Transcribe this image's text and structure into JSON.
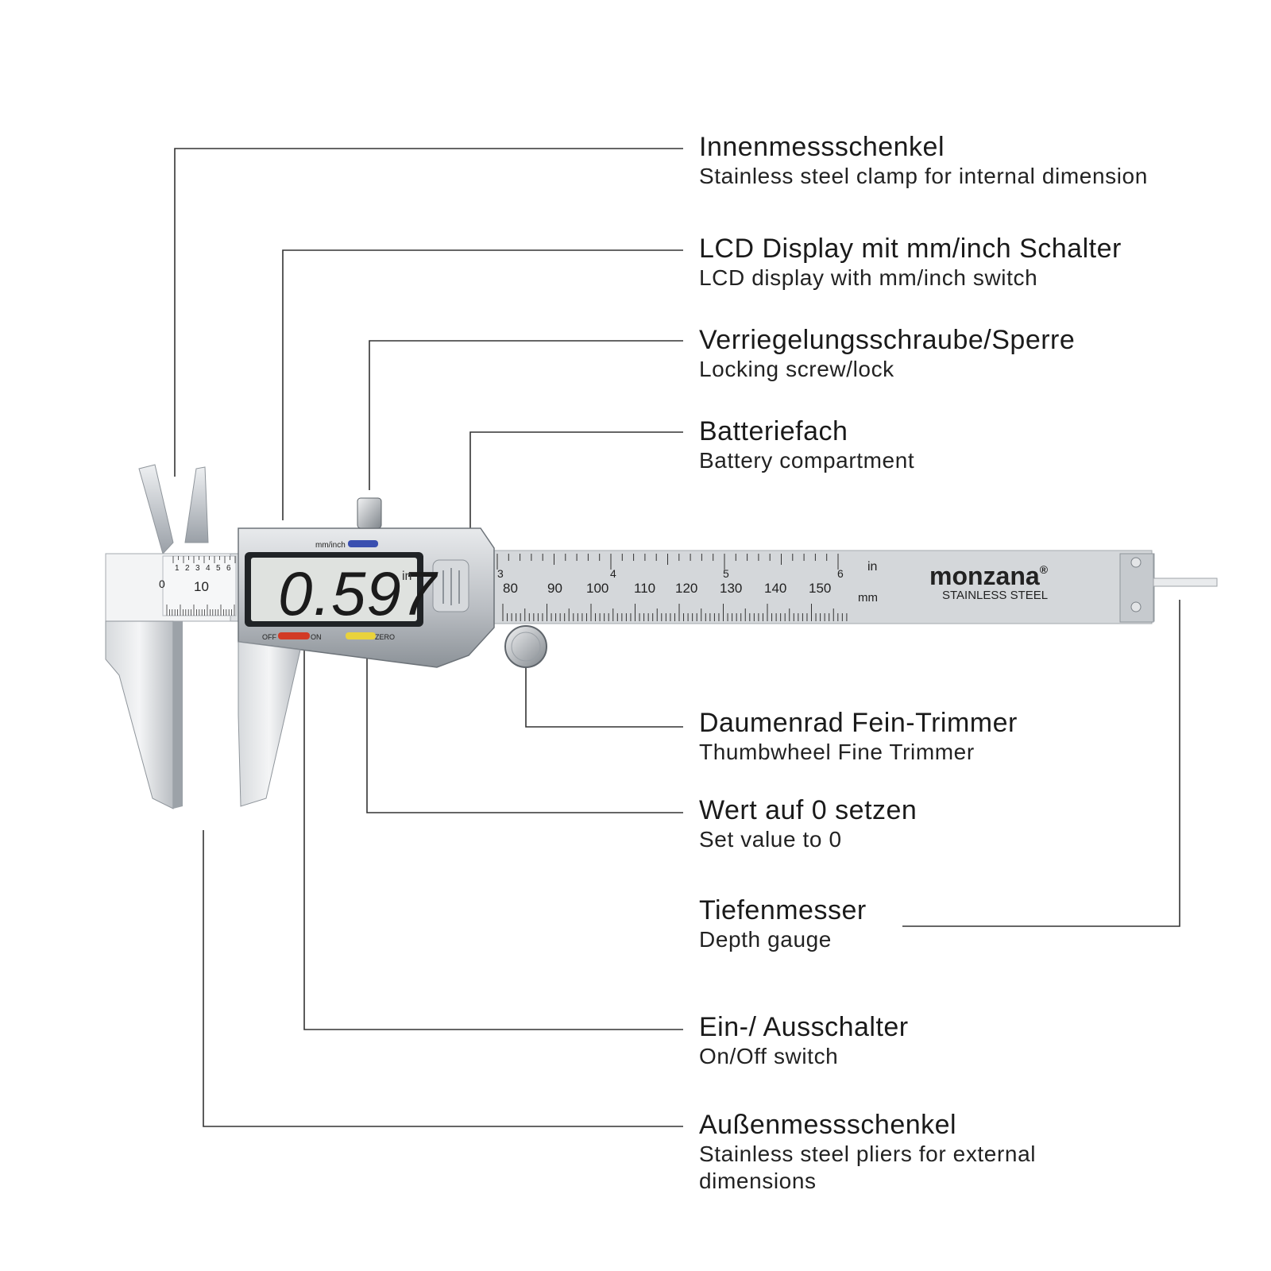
{
  "callouts": [
    {
      "id": "internal-jaws",
      "de": "Innenmessschenkel",
      "en": "Stainless steel clamp for internal dimension"
    },
    {
      "id": "lcd-display",
      "de": "LCD Display mit mm/inch Schalter",
      "en": "LCD display with mm/inch switch"
    },
    {
      "id": "locking-screw",
      "de": "Verriegelungsschraube/Sperre",
      "en": "Locking screw/lock"
    },
    {
      "id": "battery",
      "de": "Batteriefach",
      "en": "Battery compartment"
    },
    {
      "id": "thumbwheel",
      "de": "Daumenrad Fein-Trimmer",
      "en": "Thumbwheel Fine Trimmer"
    },
    {
      "id": "zero",
      "de": "Wert auf 0 setzen",
      "en": "Set value to 0"
    },
    {
      "id": "depth",
      "de": "Tiefenmesser",
      "en": "Depth gauge"
    },
    {
      "id": "onoff",
      "de": "Ein-/ Ausschalter",
      "en": "On/Off switch"
    },
    {
      "id": "external-jaws",
      "de": "Außenmessschenkel",
      "en": "Stainless steel pliers for external dimensions"
    }
  ],
  "caliper": {
    "reading": "0.597",
    "reading_unit": "in",
    "mm_inch_button": "mm/inch",
    "off_label": "OFF",
    "on_label": "ON",
    "zero_label": "ZERO",
    "brand": "monzana",
    "brand_mark": "®",
    "subbrand": "STAINLESS STEEL",
    "unit_in": "in",
    "unit_mm": "mm",
    "mm_scale_labels": [
      "80",
      "90",
      "100",
      "110",
      "120",
      "130",
      "140",
      "150"
    ],
    "inch_scale_labels": [
      "3",
      "4",
      "5",
      "6"
    ],
    "vernier_labels": [
      "0",
      "10"
    ],
    "vernier_small_labels": [
      "1",
      "2",
      "3",
      "4",
      "5",
      "6"
    ],
    "colors": {
      "off_on_button": "#d23a26",
      "zero_button": "#e9d23c",
      "mm_inch_button": "#3a4fb0",
      "steel": "#c9cdd2",
      "lcd_bg": "#dfe2df"
    }
  }
}
